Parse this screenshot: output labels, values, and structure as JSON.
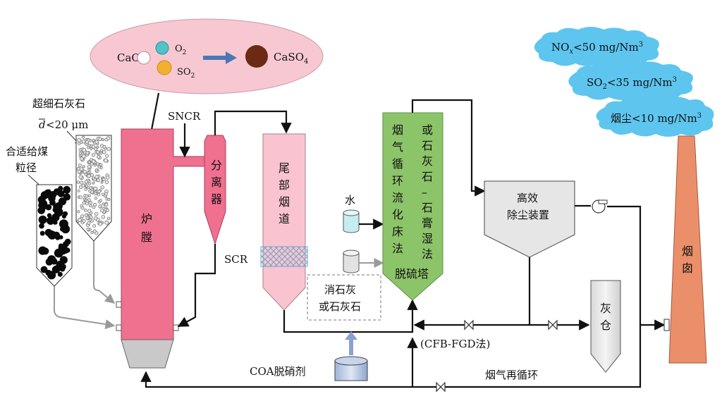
{
  "reaction": {
    "cao": "CaO",
    "o2": "O",
    "o2_sub": "2",
    "so2": "SO",
    "so2_sub": "2",
    "caso4": "CaSO",
    "caso4_sub": "4"
  },
  "feed": {
    "ultrafine_limestone": "超细石灰石",
    "d_symbol": "d",
    "size_limit": "<20 μm",
    "coal_line1": "合适给煤",
    "coal_line2": "粒径"
  },
  "units": {
    "furnace": [
      "炉",
      "膛"
    ],
    "sncr": "SNCR",
    "separator": [
      "分",
      "离",
      "器"
    ],
    "scr": "SCR",
    "tail_duct": [
      "尾",
      "部",
      "烟",
      "道"
    ],
    "water": "水",
    "slaked_lime_line1": "消石灰",
    "slaked_lime_line2": "或石灰石",
    "desulf_left_col": [
      "烟",
      "气",
      "循",
      "环",
      "流",
      "化",
      "床",
      "法"
    ],
    "desulf_right_col": [
      "或",
      "石",
      "灰",
      "石",
      "–",
      "石",
      "膏",
      "湿",
      "法"
    ],
    "desulf_bottom": "脱硫塔",
    "collector_line1": "高效",
    "collector_line2": "除尘装置",
    "ash_bin": [
      "灰",
      "仓"
    ],
    "chimney": [
      "烟",
      "囱"
    ],
    "cfb_fgd": "(CFB-FGD法)",
    "coa": "COA脱硝剂",
    "recirculation": "烟气再循环"
  },
  "emissions": [
    {
      "species": "NO",
      "sub": "x",
      "limit": "<50 mg/Nm",
      "sup": "3"
    },
    {
      "species": "SO",
      "sub": "2",
      "limit": "<35 mg/Nm",
      "sup": "3"
    },
    {
      "species": "烟尘",
      "sub": "",
      "limit": "<10 mg/Nm",
      "sup": "3"
    }
  ],
  "colors": {
    "furnace": "#f07090",
    "tail_duct": "#f9c4cf",
    "desulf": "#8cc46a",
    "chimney": "#eb8f6a",
    "cloud": "#5ec5ef",
    "bubble": "#f8c8d2",
    "o2_ball": "#4fc3c6",
    "so2_ball": "#f2b030",
    "caso4_ball": "#6b2a14",
    "arrow_blue": "#4a77b5",
    "water_tank": "#c6ecf0"
  }
}
